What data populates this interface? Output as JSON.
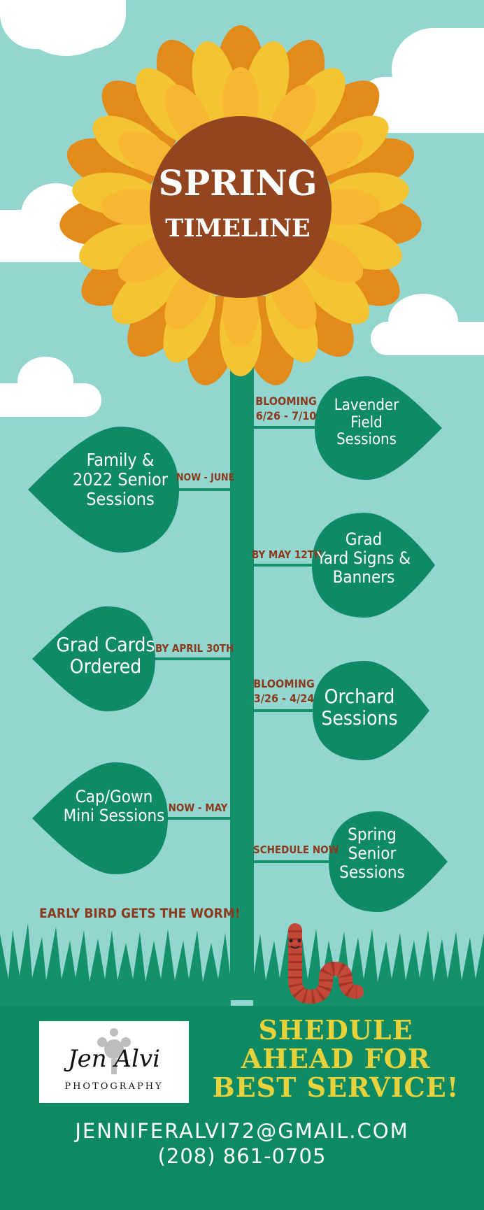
{
  "header": {
    "title_line1": "SPRING",
    "title_line2": "TIMELINE"
  },
  "colors": {
    "sky": "#93d6cf",
    "leaf": "#0f8a67",
    "stem": "#14906a",
    "center": "#93451f",
    "petal_dark": "#e28a1a",
    "petal_light": "#f3c433",
    "tag_text": "#8b3a1e",
    "footer": "#0d8a63",
    "footer_tagline": "#e7d23b"
  },
  "timeline": {
    "right": [
      {
        "tag": "BLOOMING\n6/26 - 7/10",
        "label": "Lavender\nField\nSessions"
      },
      {
        "tag": "BY MAY 12TH",
        "label": "Grad\nYard Signs &\nBanners"
      },
      {
        "tag": "BLOOMING\n3/26 - 4/24",
        "label": "Orchard\nSessions"
      },
      {
        "tag": "SCHEDULE NOW",
        "label": "Spring\nSenior\nSessions"
      }
    ],
    "left": [
      {
        "tag": "NOW - JUNE",
        "label": "Family &\n2022 Senior\nSessions"
      },
      {
        "tag": "BY APRIL 30TH",
        "label": "Grad Cards\nOrdered"
      },
      {
        "tag": "NOW - MAY",
        "label": "Cap/Gown\nMini Sessions"
      }
    ]
  },
  "early_bird": "EARLY BIRD GETS THE WORM!",
  "logo": {
    "script": "Jen Alvi",
    "sub": "PHOTOGRAPHY"
  },
  "footer": {
    "tagline": "SHEDULE\nAHEAD FOR\nBEST SERVICE!",
    "email": "JENNIFERALVI72@GMAIL.COM",
    "phone": "(208) 861-0705"
  }
}
